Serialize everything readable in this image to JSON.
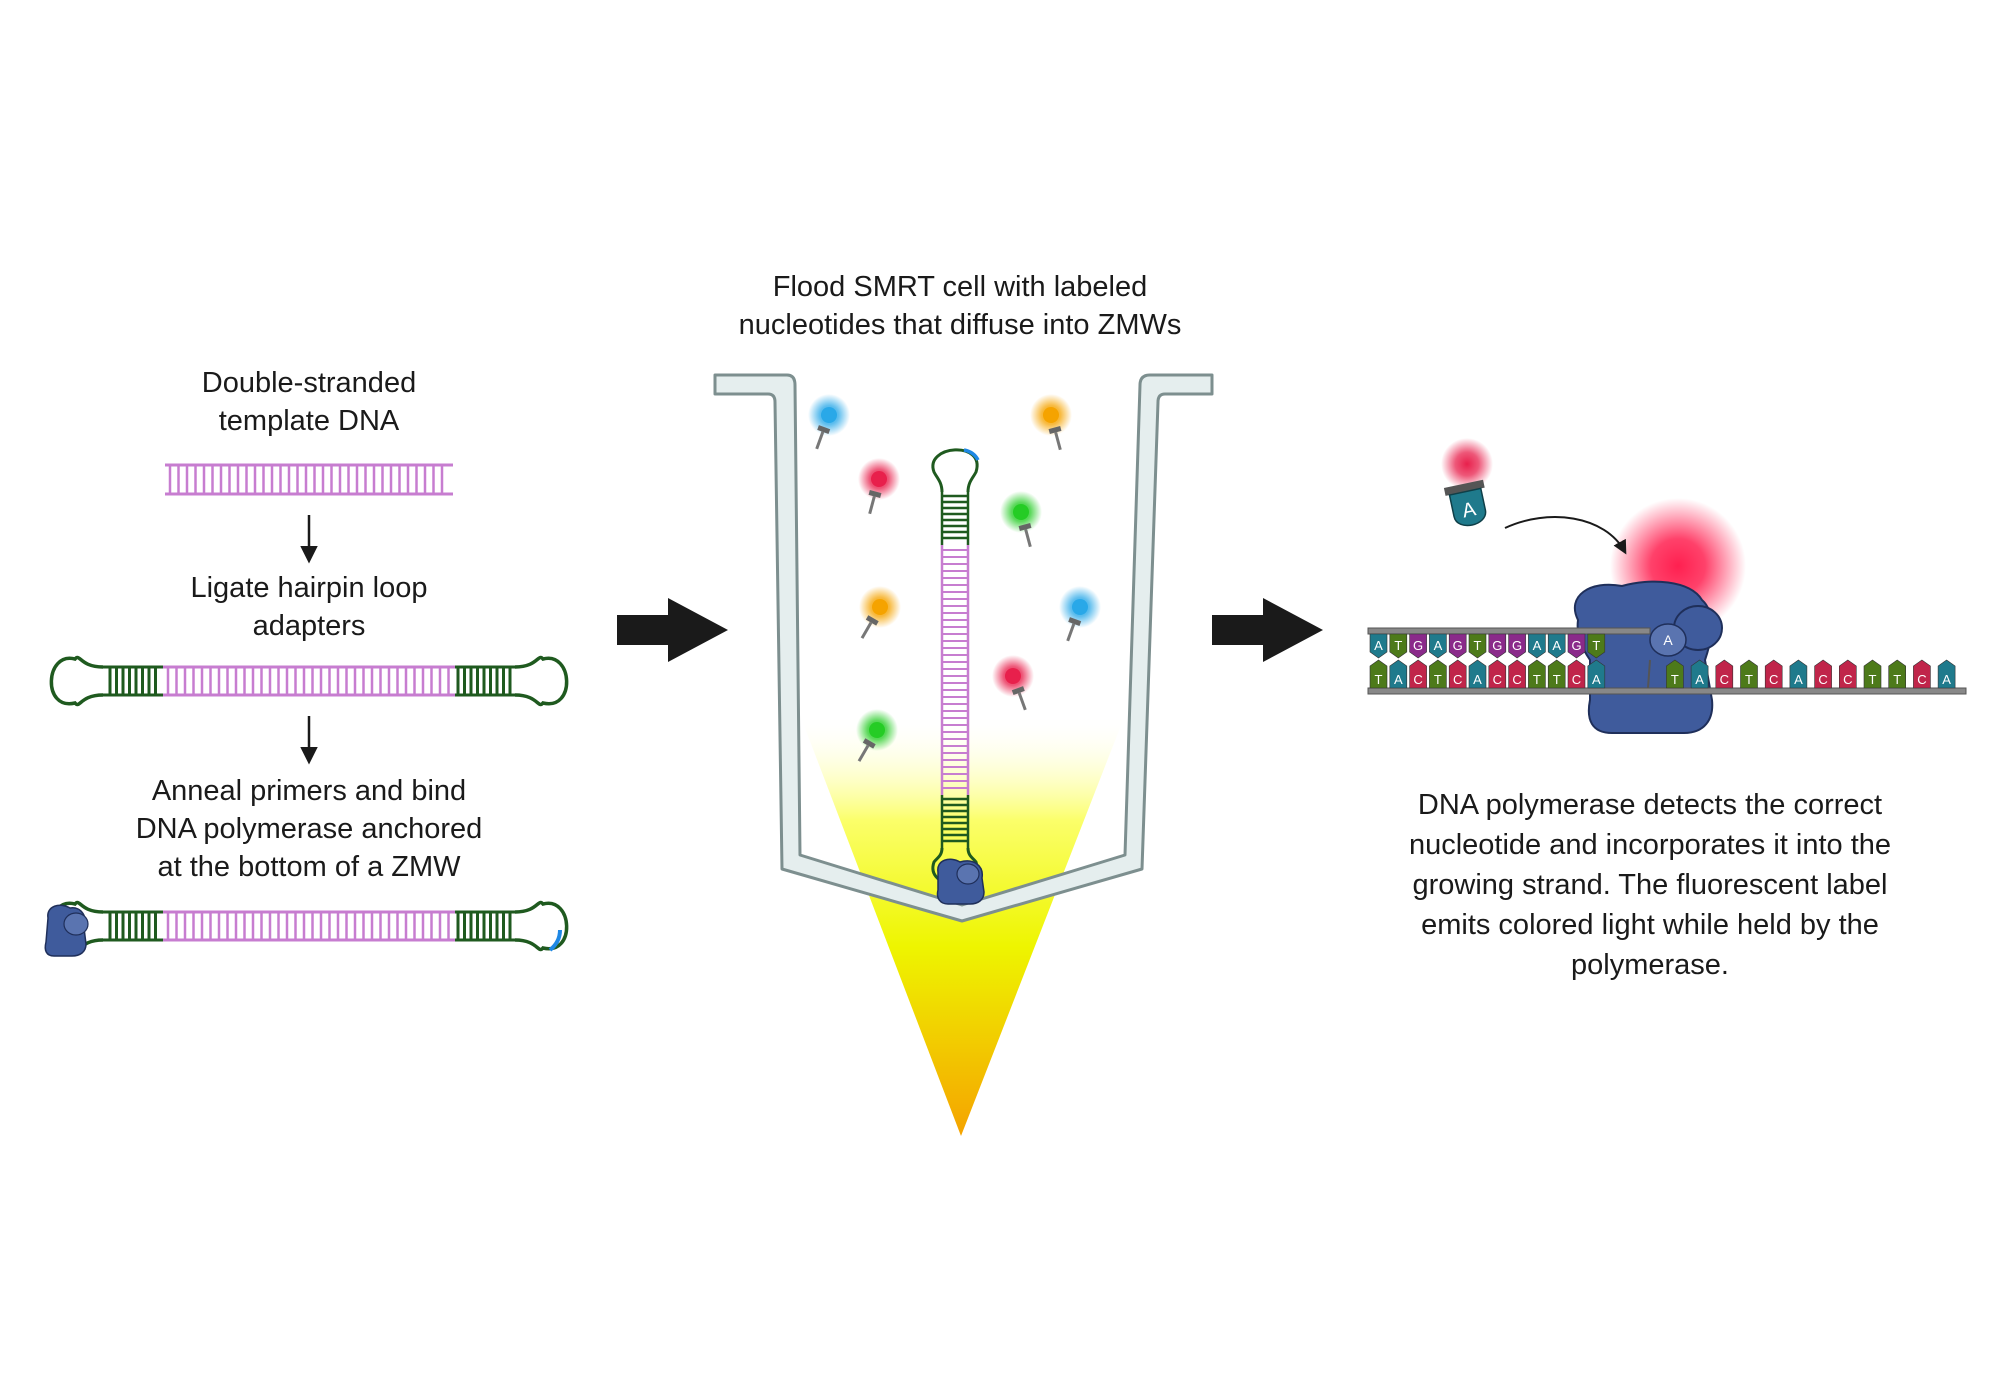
{
  "captions": {
    "template": [
      "Double-stranded",
      "template DNA"
    ],
    "ligate": [
      "Ligate hairpin loop",
      "adapters"
    ],
    "anneal": [
      "Anneal primers and bind",
      "DNA polymerase anchored",
      "at the bottom of a ZMW"
    ],
    "flood": [
      "Flood SMRT cell with labeled",
      "nucleotides that diffuse into ZMWs"
    ],
    "detect": [
      "DNA polymerase detects the correct",
      "nucleotide and incorporates it into the",
      "growing strand. The fluorescent label",
      "emits colored light while held by the",
      "polymerase."
    ]
  },
  "incoming_nucleotide": "A",
  "sequence": {
    "top": [
      "A",
      "T",
      "G",
      "A",
      "G",
      "T",
      "G",
      "G",
      "A",
      "A",
      "G",
      "T"
    ],
    "bottom": [
      "T",
      "A",
      "C",
      "T",
      "C",
      "A",
      "C",
      "C",
      "T",
      "T",
      "C",
      "A",
      "T",
      "A",
      "C",
      "T",
      "C",
      "A",
      "C",
      "C",
      "T",
      "T",
      "C",
      "A"
    ],
    "active_base": "A"
  },
  "colors": {
    "dna_pink": "#c77dd0",
    "adapter_green": "#1f5a1f",
    "polymerase_blue": "#3f5b9c",
    "primer_blue": "#1e88e5",
    "zmw_fill": "#e5eeee",
    "zmw_stroke": "#7d8f8f",
    "base_A": "#1f7a8c",
    "base_T": "#4d7a1a",
    "base_G": "#8a2a8a",
    "base_C": "#c0254a",
    "light_yellow": "#ffff00",
    "light_orange": "#f5a300",
    "dye_blue": "#29a8e8",
    "dye_red": "#e8204c",
    "dye_green": "#25cc25",
    "dye_orange": "#f5a300",
    "arrow": "#1a1a1a"
  }
}
